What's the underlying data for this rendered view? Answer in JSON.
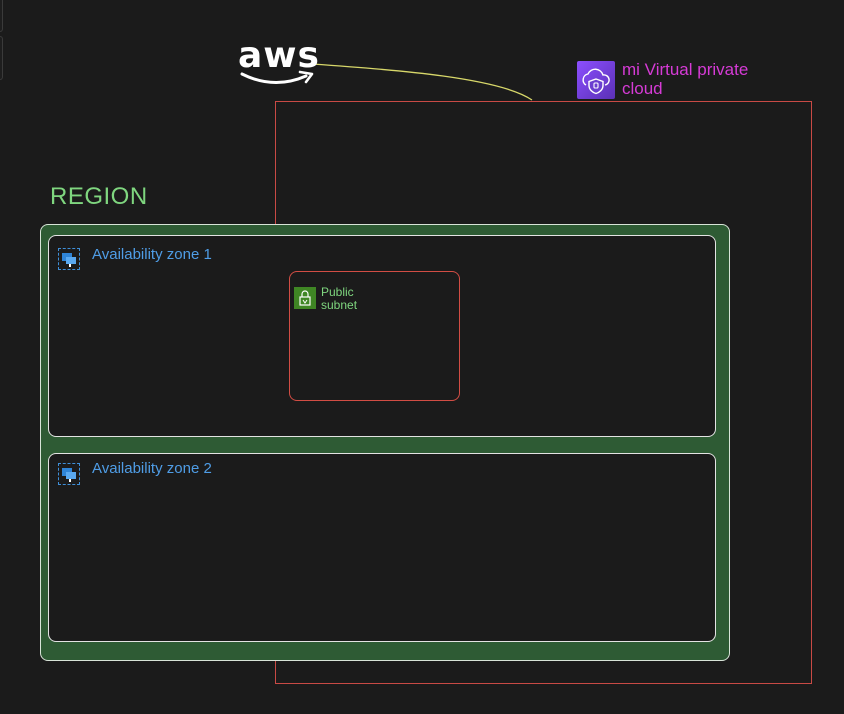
{
  "logo": {
    "text": "aws"
  },
  "vpc": {
    "label_line1": "mi Virtual private",
    "label_line2": "cloud",
    "icon": "vpc-shield-cloud-icon"
  },
  "region": {
    "label": "REGION"
  },
  "zones": [
    {
      "label": "Availability zone 1",
      "icon": "availability-zone-icon"
    },
    {
      "label": "Availability zone 2",
      "icon": "availability-zone-icon"
    }
  ],
  "subnet": {
    "label_line1": "Public",
    "label_line2": "subnet",
    "icon": "lock-icon"
  },
  "colors": {
    "background": "#1b1b1b",
    "vpc_border": "#c94a45",
    "vpc_text": "#d63bd6",
    "region_fill": "#2e5b34",
    "region_text": "#7fd67f",
    "zone_text": "#4f9de6",
    "subnet_border": "#d24d44",
    "connector": "#d8d86a"
  }
}
